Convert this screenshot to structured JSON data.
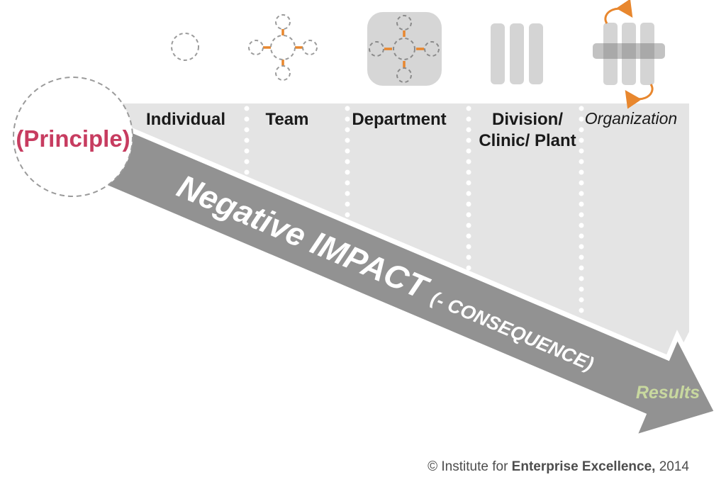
{
  "principle": {
    "label": "(Principle)"
  },
  "columns": [
    {
      "label": "Individual",
      "icon": "dashed-circle-icon"
    },
    {
      "label": "Team",
      "icon": "network-icon"
    },
    {
      "label": "Department",
      "icon": "boxed-network-icon"
    },
    {
      "label": "Division/",
      "label_line2": "Clinic/ Plant",
      "icon": "three-bars-icon"
    },
    {
      "label": "Organization",
      "icon": "matrix-organization-icon"
    }
  ],
  "arrow": {
    "main_label": "Negative IMPACT ",
    "sub_label": "(- CONSEQUENCE)",
    "results_label": "Results"
  },
  "footer": {
    "copyright_prefix": "© Institute for ",
    "copyright_bold": "Enterprise Excellence,",
    "copyright_year": " 2014"
  },
  "colors": {
    "panel": "#e4e4e4",
    "arrowgray": "#929292",
    "iconsquare": "#d6d6d6",
    "iconbar": "#d4d4d4",
    "pink": "#c73c60",
    "orange": "#e8872e",
    "green": "#c8d89f",
    "headertext": "#1a1a1a",
    "copytext": "#4d4d4d",
    "dashstroke": "#9b9b9b"
  }
}
